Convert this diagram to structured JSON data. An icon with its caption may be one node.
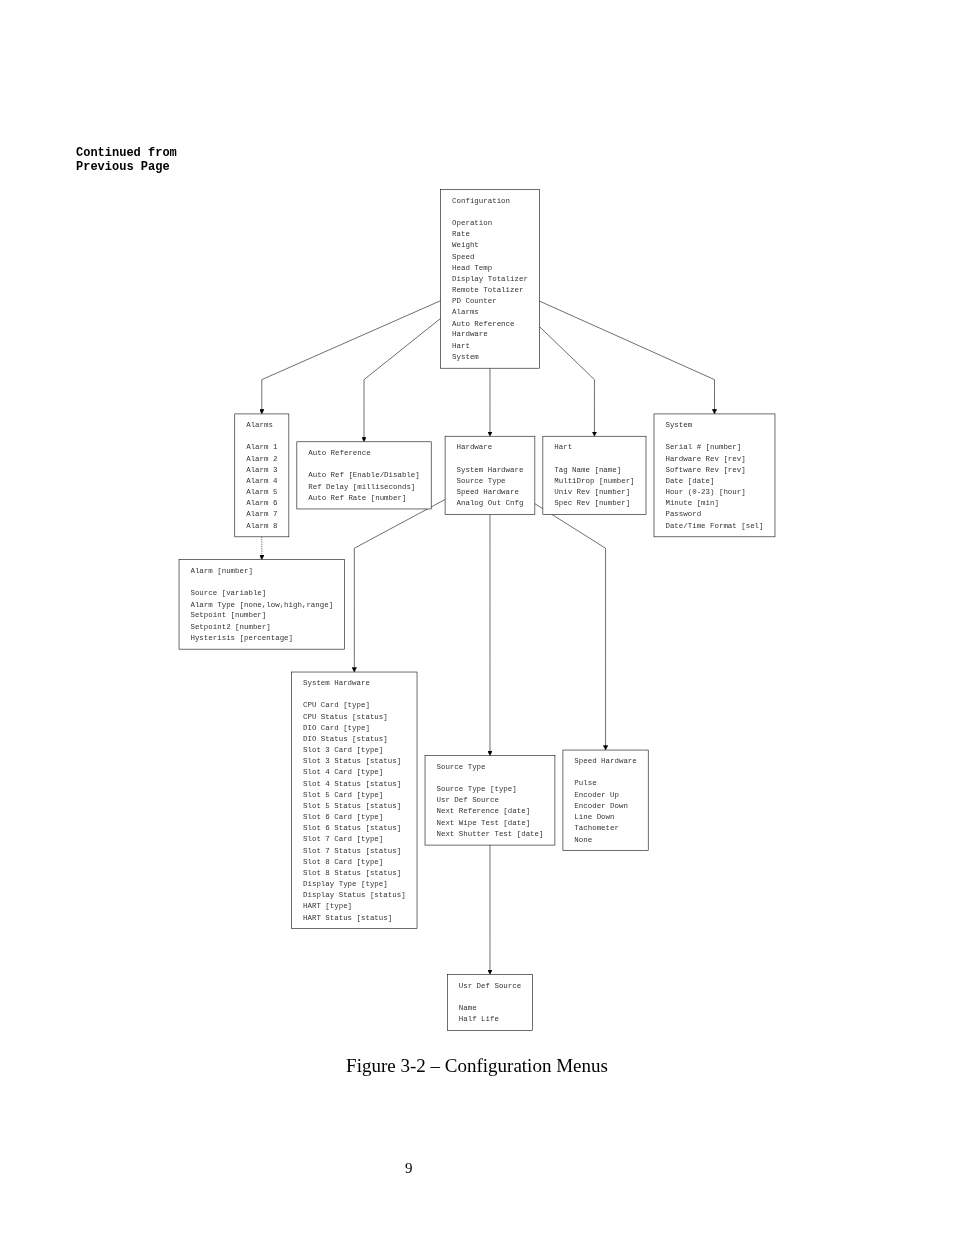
{
  "diagram": {
    "caption": "Figure 3-2 – Configuration Menus",
    "nodes": [
      {
        "text": [
          "Configuration",
          "Operation",
          "Rate",
          "Weight",
          "Speed",
          "Head Temp",
          "Display Totalizer",
          "Remote Totalizer",
          "PD Counter",
          "Alarms",
          "Auto Reference",
          "Hardware",
          "Hart",
          "System"
        ]
      },
      {
        "text": [
          "Alarms",
          "Alarm 1",
          "Alarm 2",
          "Alarm 3",
          "Alarm 4",
          "Alarm 5",
          "Alarm 6",
          "Alarm 7",
          "Alarm 8"
        ]
      },
      {
        "text": [
          "Auto Reference",
          "Auto Ref [Enable/Disable]",
          "Ref Delay [milliseconds]",
          "Auto Ref Rate [number]"
        ]
      },
      {
        "text": [
          "Hardware",
          "System Hardware",
          "Source Type",
          "Speed Hardware",
          "Analog Out Cnfg"
        ]
      },
      {
        "text": [
          "Hart",
          "Tag Name [name]",
          "MultiDrop [number]",
          "Univ Rev [number]",
          "Spec Rev [number]"
        ]
      },
      {
        "text": [
          "System",
          "Serial # [number]",
          "Hardware Rev [rev]",
          "Software Rev [rev]",
          "Date [date]",
          "Hour (0-23) [hour]",
          "Minute [min]",
          "Password",
          "Date/Time Format [sel]"
        ]
      },
      {
        "text": [
          "Alarm [number]",
          "Source [variable]",
          "Alarm Type [none,low,high,range]",
          "Setpoint [number]",
          "Setpoint2 [number]",
          "Hysterisis [percentage]"
        ]
      },
      {
        "text": [
          "System Hardware",
          "CPU Card [type]",
          "CPU Status [status]",
          "DIO Card [type]",
          "DIO Status [status]",
          "Slot 3 Card [type]",
          "Slot 3 Status [status]",
          "Slot 4 Card [type]",
          "Slot 4 Status [status]",
          "Slot 5 Card [type]",
          "Slot 5 Status [status]",
          "Slot 6 Card [type]",
          "Slot 6 Status [status]",
          "Slot 7 Card [type]",
          "Slot 7 Status [status]",
          "Slot 8 Card [type]",
          "Slot 8 Status [status]",
          "Display Type [type]",
          "Display Status [status]",
          "HART [type]",
          "HART Status [status]"
        ]
      },
      {
        "text": [
          "Source Type",
          "Source Type [type]",
          "Usr Def Source",
          "Next Reference [date]",
          "Next Wipe Test [date]",
          "Next Shutter Test [date]"
        ]
      },
      {
        "text": [
          "Usr Def Source",
          "Name",
          "Half Life"
        ]
      },
      {
        "text": [
          "Speed Hardware",
          "Pulse",
          "Encoder Up",
          "Encoder Down",
          "Line Down",
          "Tachometer",
          "None"
        ]
      }
    ],
    "edges": [
      {
        "from": 0,
        "to": 1,
        "arrow": "to"
      },
      {
        "from": 0,
        "to": 2,
        "arrow": "to"
      },
      {
        "from": 0,
        "to": 3,
        "arrow": "to"
      },
      {
        "from": 0,
        "to": 4,
        "arrow": "to"
      },
      {
        "from": 0,
        "to": 5,
        "arrow": "to"
      },
      {
        "from": 1,
        "to": 6,
        "arrow": "to",
        "style": "dashed"
      },
      {
        "from": 3,
        "to": 7,
        "arrow": "to"
      },
      {
        "from": 3,
        "to": 8,
        "arrow": "to"
      },
      {
        "from": 8,
        "to": 9,
        "arrow": "to"
      },
      {
        "from": 3,
        "to": 10,
        "arrow": "to"
      }
    ],
    "labels": [
      "Continued from Previous Page",
      "9"
    ]
  }
}
